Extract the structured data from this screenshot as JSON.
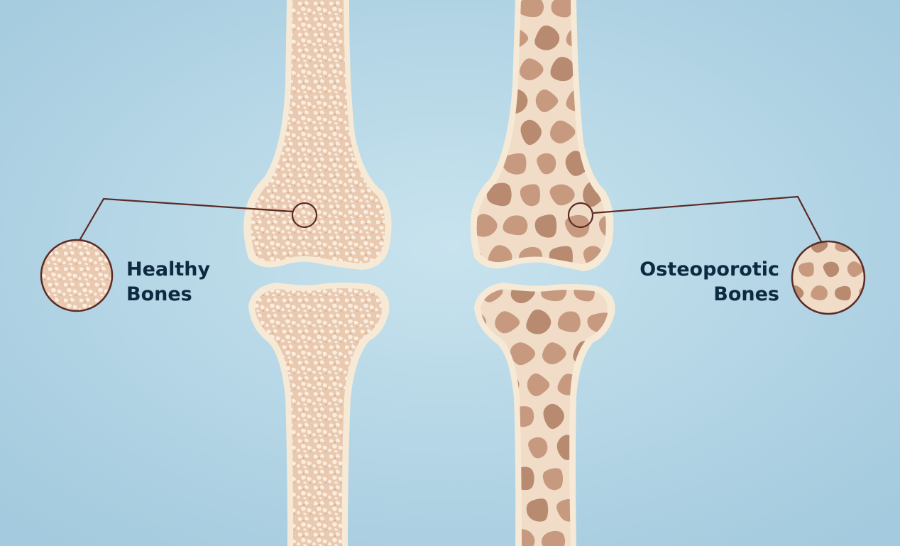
{
  "illustration": {
    "healthy_label": [
      "Healthy",
      "Bones"
    ],
    "osteoporotic_label": [
      "Osteoporotic",
      "Bones"
    ]
  },
  "colors": {
    "background": "#a9cfe0",
    "background_light": "#c4e0ec",
    "bone_outline": "#f6ead6",
    "bone_fill": "#efd3bd",
    "healthy_speckle": "#fbeee0",
    "porous_cavity": "#c79a80",
    "porous_cavity_dark": "#b88a70",
    "trabeculae": "#f5e6d3",
    "leader_line": "#5b2b26",
    "label_text": "#0e2a40"
  },
  "icons": [
    "healthy-bone-zoom-circle",
    "osteoporotic-bone-zoom-circle"
  ]
}
